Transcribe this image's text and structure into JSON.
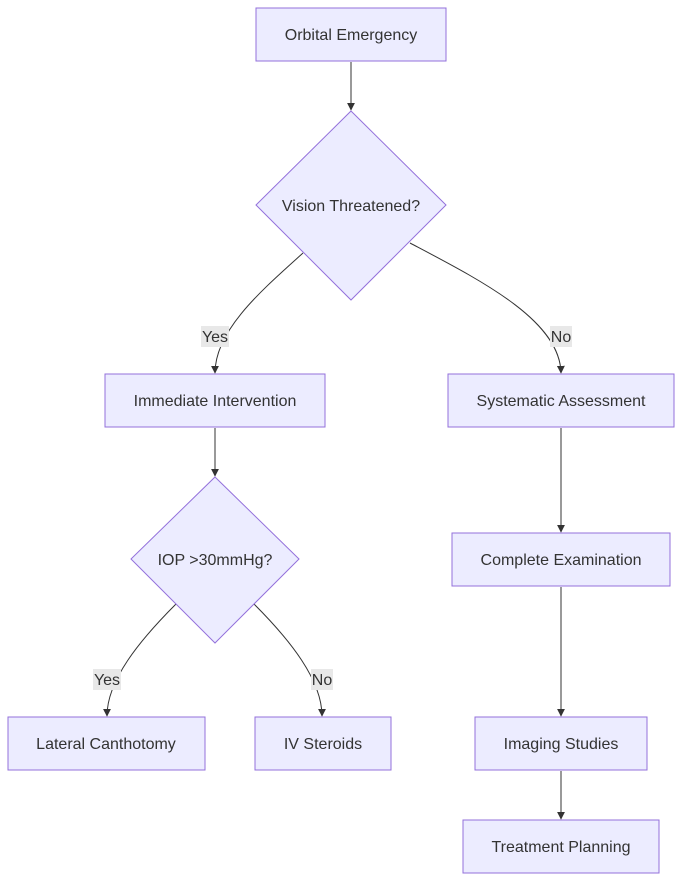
{
  "diagram": {
    "nodes": {
      "orbital_emergency": "Orbital Emergency",
      "vision_threatened": "Vision Threatened?",
      "immediate_intervention": "Immediate Intervention",
      "systematic_assessment": "Systematic Assessment",
      "iop_check": "IOP >30mmHg?",
      "lateral_canthotomy": "Lateral Canthotomy",
      "iv_steroids": "IV Steroids",
      "complete_examination": "Complete Examination",
      "imaging_studies": "Imaging Studies",
      "treatment_planning": "Treatment Planning"
    },
    "edge_labels": {
      "vision_yes": "Yes",
      "vision_no": "No",
      "iop_yes": "Yes",
      "iop_no": "No"
    },
    "colors": {
      "node_fill": "#ECECFF",
      "node_stroke": "#9370DB",
      "edge": "#333333",
      "edge_label_bg": "#E8E8E8"
    }
  }
}
